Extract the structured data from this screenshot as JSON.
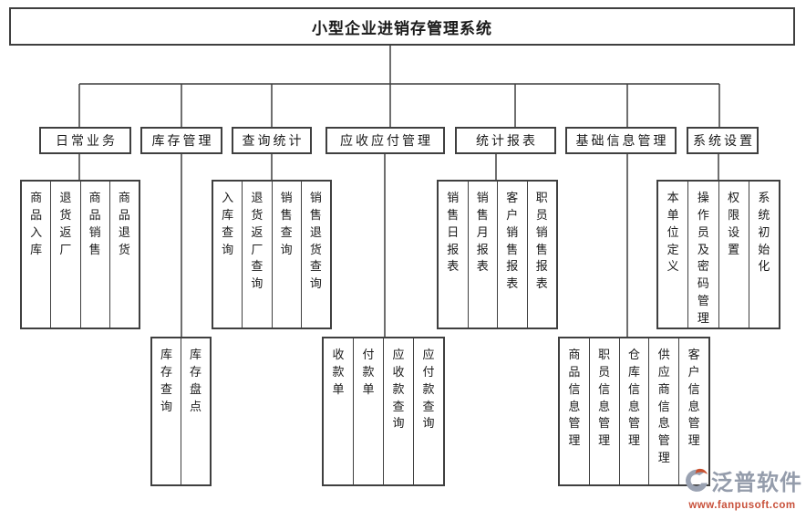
{
  "title": "小型企业进销存管理系统",
  "colors": {
    "line": "#3f3f3f",
    "text": "#1a1a1a",
    "background": "#ffffff",
    "watermark_brand": "#949cab",
    "watermark_url": "#c8503a",
    "logo_gray": "#9aa2b2",
    "logo_red": "#c9502e"
  },
  "branches": [
    {
      "label": "日常业务",
      "children": [
        "商品入库",
        "退货返厂",
        "商品销售",
        "商品退货"
      ]
    },
    {
      "label": "库存管理",
      "children": [
        "库存查询",
        "库存盘点"
      ]
    },
    {
      "label": "查询统计",
      "children": [
        "入库查询",
        "退货返厂查询",
        "销售查询",
        "销售退货查询"
      ]
    },
    {
      "label": "应收应付管理",
      "children": [
        "收款单",
        "付款单",
        "应收款查询",
        "应付款查询"
      ]
    },
    {
      "label": "统计报表",
      "children": [
        "销售日报表",
        "销售月报表",
        "客户销售报表",
        "职员销售报表"
      ]
    },
    {
      "label": "基础信息管理",
      "children": [
        "商品信息管理",
        "职员信息管理",
        "仓库信息管理",
        "供应商信息管理",
        "客户信息管理"
      ]
    },
    {
      "label": "系统设置",
      "children": [
        "本单位定义",
        "操作员及密码管理",
        "权限设置",
        "系统初始化"
      ]
    }
  ],
  "watermark": {
    "brand": "泛普软件",
    "url": "www.fanpusoft.com"
  }
}
